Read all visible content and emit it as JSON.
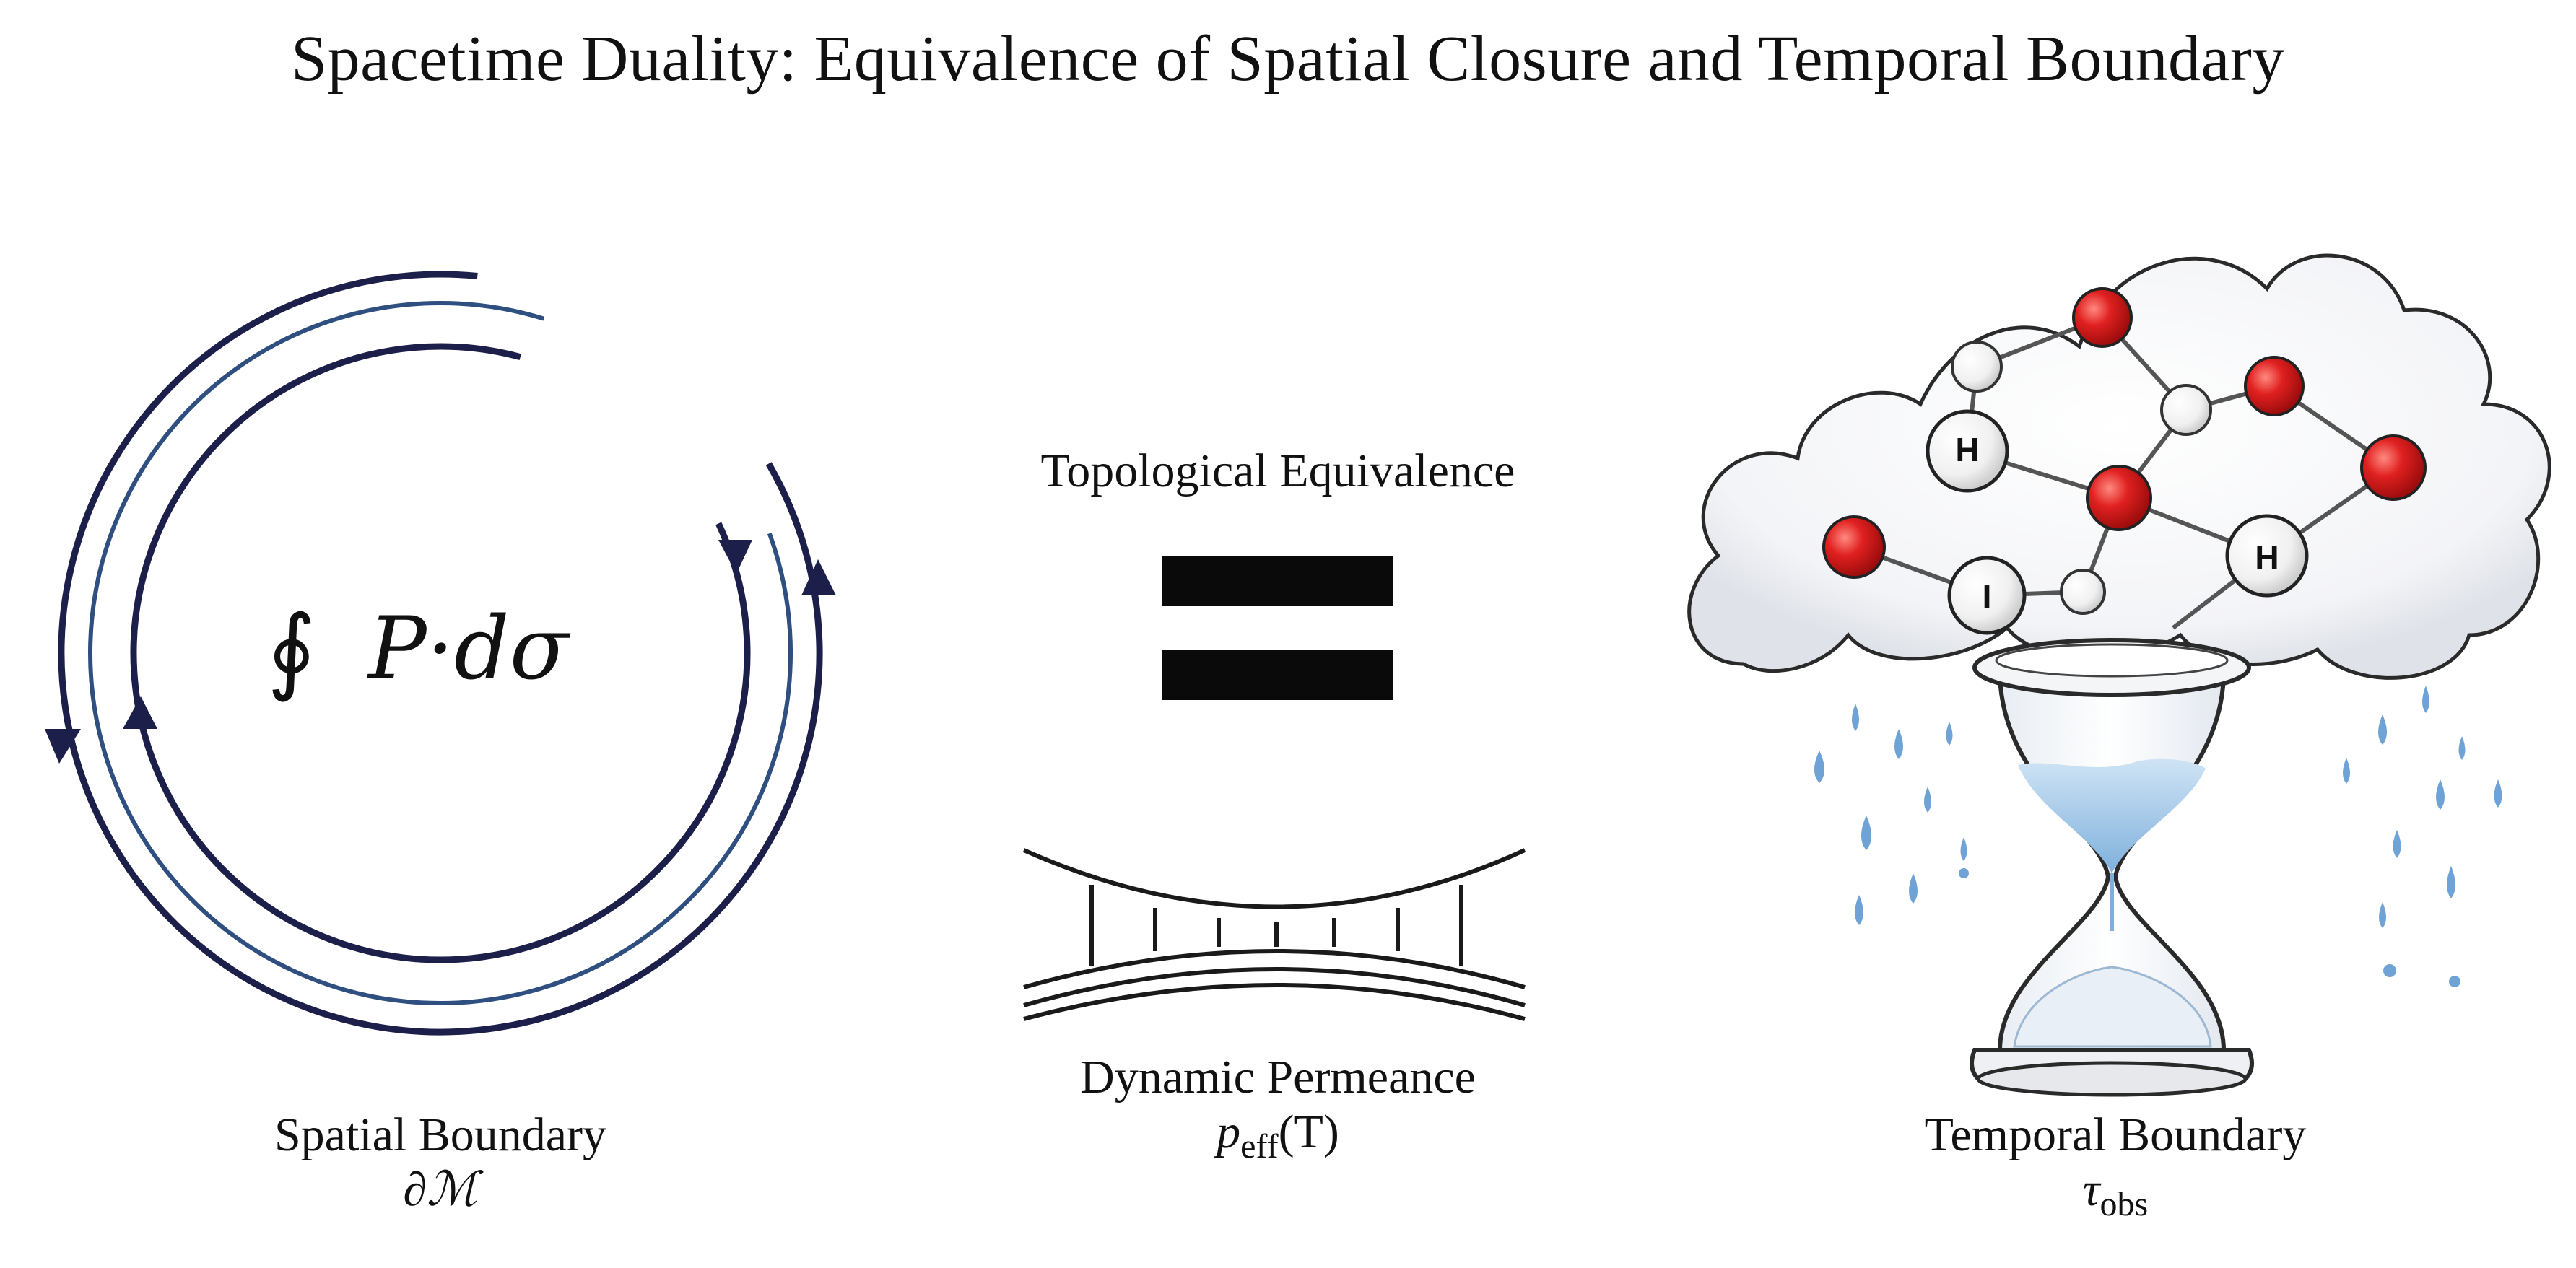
{
  "title": "Spacetime Duality: Equivalence of Spatial Closure and Temporal Boundary",
  "left_panel": {
    "integral_symbol": "∮",
    "integrand": "P·dσ",
    "label": "Spatial Boundary",
    "math_symbol": "∂ℳ"
  },
  "center_panel": {
    "top_label": "Topological Equivalence",
    "equals_symbol": "=",
    "bottom_label": "Dynamic Permeance",
    "math_base": "p",
    "math_sub": "eff",
    "math_arg": "(T)"
  },
  "right_panel": {
    "atom_labels": [
      "H",
      "I",
      "H"
    ],
    "label": "Temporal Boundary",
    "math_base": "τ",
    "math_sub": "obs"
  },
  "colors": {
    "ring_dark": "#1c1f4a",
    "ring_blue": "#2f4f80",
    "oxygen_red": "#d81e1e",
    "rain_blue": "#6fa3d6",
    "equals_black": "#0a0a0a"
  }
}
